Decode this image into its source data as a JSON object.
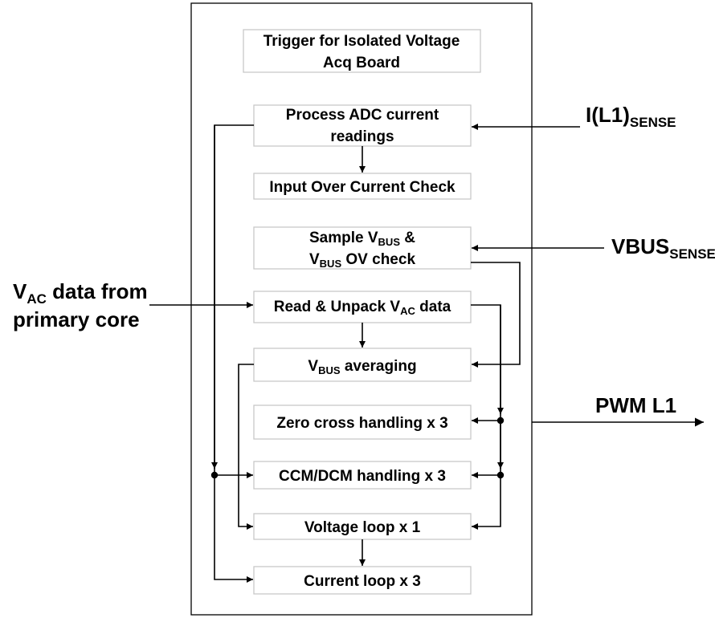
{
  "blocks": {
    "trigger": {
      "line1": "Trigger for Isolated Voltage",
      "line2": "Acq Board"
    },
    "process_adc": {
      "line1": "Process ADC current",
      "line2": "readings"
    },
    "over_current": {
      "text": "Input Over Current Check"
    },
    "sample_vbus": {
      "l1_pre": "Sample V",
      "l1_sub": "BUS",
      "l1_post": " &",
      "l2_pre": "V",
      "l2_sub": "BUS",
      "l2_post": " OV check"
    },
    "read_vac": {
      "pre": "Read & Unpack V",
      "sub": "AC",
      "post": " data"
    },
    "vbus_avg": {
      "pre": "V",
      "sub": "BUS",
      "post": " averaging"
    },
    "zero_cross": {
      "text": "Zero cross handling x 3"
    },
    "ccm_dcm": {
      "text": "CCM/DCM handling x 3"
    },
    "voltage_loop": {
      "text": "Voltage loop x 1"
    },
    "current_loop": {
      "text": "Current loop x 3"
    }
  },
  "external": {
    "i_sense": {
      "main": "I(L1)",
      "sub": "SENSE"
    },
    "vbus_sense": {
      "main": "VBUS",
      "sub": "SENSE"
    },
    "vac_input": {
      "l1_pre": "V",
      "l1_sub": "AC",
      "l1_post": " data from",
      "l2": "primary core"
    },
    "pwm_out": {
      "text": "PWM L1"
    }
  },
  "colors": {
    "box_border": "#c8c8c8",
    "panel_border": "#000000",
    "line": "#000000",
    "background": "#ffffff"
  }
}
